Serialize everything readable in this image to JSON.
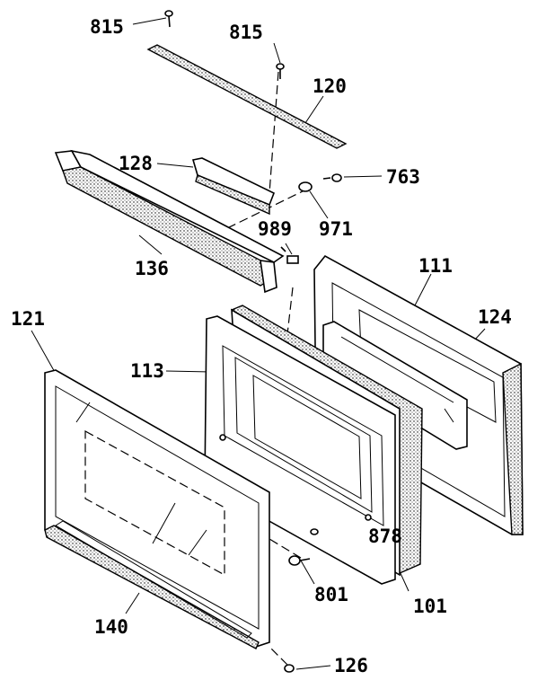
{
  "labels": {
    "p815a": "815",
    "p815b": "815",
    "p120": "120",
    "p128": "128",
    "p763": "763",
    "p971": "971",
    "p989": "989",
    "p136": "136",
    "p111": "111",
    "p121": "121",
    "p124": "124",
    "p113": "113",
    "p878": "878",
    "p801": "801",
    "p101": "101",
    "p140": "140",
    "p126": "126"
  }
}
